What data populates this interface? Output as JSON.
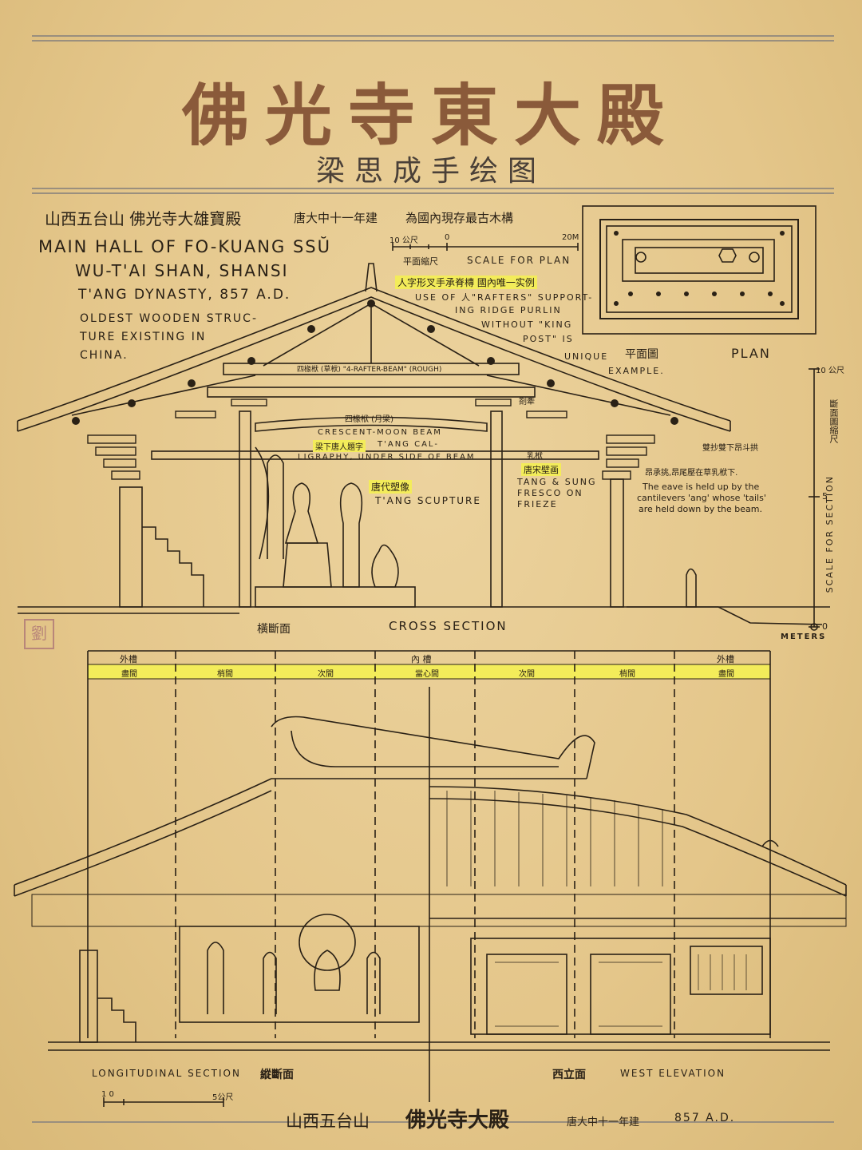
{
  "header": {
    "title": "佛光寺東大殿",
    "subtitle": "梁思成手绘图"
  },
  "cross_section": {
    "cn_heading": "山西五台山 佛光寺大雄寶殿",
    "cn_date": "唐大中十一年建",
    "cn_oldest": "為國內現存最古木構",
    "en_title_1": "MAIN HALL OF FO-KUANG SSŬ",
    "en_title_2": "WU-T'AI SHAN, SHANSI",
    "en_title_3": "T'ANG DYNASTY, 857 A.D.",
    "en_note_1": "OLDEST WOODEN STRUC-",
    "en_note_2": "TURE EXISTING IN",
    "en_note_3": "CHINA.",
    "plan_scale_left": "10 公尺",
    "plan_scale_zero": "0",
    "plan_scale_right": "20M",
    "plan_scale_cn": "平面縮尺",
    "plan_scale_en": "SCALE FOR PLAN",
    "rafters_cn": "人字形叉手承脊槫 國內唯一实例",
    "rafters_en_1": "USE OF 人\"RAFTERS\" SUPPORT-",
    "rafters_en_2": "ING RIDGE PURLIN",
    "rafters_en_3": "WITHOUT \"KING",
    "rafters_en_4": "POST\" IS",
    "rafters_en_5": "UNIQUE",
    "rafters_en_6": "EXAMPLE.",
    "plan_cn": "平面圖",
    "plan_en": "PLAN",
    "beam_4_rafter": "四椽栿 (草栿) \"4-RAFTER-BEAM\" (ROUGH)",
    "beam_4_moon": "四椽栿 (月梁)",
    "beam_turu": "劄牽",
    "beam_ru": "乳栿",
    "crescent_1": "CRESCENT-MOON BEAM",
    "crescent_cn": "梁下唐人題字",
    "crescent_2": "T'ANG CAL-",
    "crescent_3": "LIGRAPHY, UNDER SIDE OF BEAM",
    "sculpture_cn": "唐代塑像",
    "sculpture_en": "T'ANG SCUPTURE",
    "fresco_cn": "唐宋壁画",
    "fresco_en_1": "TANG & SUNG",
    "fresco_en_2": "FRESCO ON",
    "fresco_en_3": "FRIEZE",
    "bracket_cn": "雙抄雙下昂斗拱",
    "eave_cn": "昂承挑,昂尾壓在草乳栿下.",
    "eave_en_1": "The eave is held up by the",
    "eave_en_2": "cantilevers 'ang' whose 'tails'",
    "eave_en_3": "are held down by the beam.",
    "section_scale_top": "10 公尺",
    "section_scale_mid": "5",
    "section_scale_bottom": "0",
    "section_scale_cn": "斷面圖縮尺",
    "section_scale_en": "SCALE FOR SECTION",
    "meters": "METERS",
    "cs_cn": "橫斷面",
    "cs_en": "CROSS SECTION"
  },
  "longitudinal": {
    "top_left": "外槽",
    "top_center": "內 槽",
    "top_right": "外槽",
    "bays": [
      "盡間",
      "梢間",
      "次間",
      "當心間",
      "次間",
      "梢間",
      "盡間"
    ],
    "ls_en": "LONGITUDINAL SECTION",
    "ls_cn": "縱斷面",
    "we_cn": "西立面",
    "we_en": "WEST ELEVATION",
    "scale_left": "1 0",
    "scale_right": "5公尺"
  },
  "footer": {
    "place": "山西五台山",
    "name": "佛光寺大殿",
    "date_cn": "唐大中十一年建",
    "date_en": "857 A.D."
  },
  "seal": "劉"
}
